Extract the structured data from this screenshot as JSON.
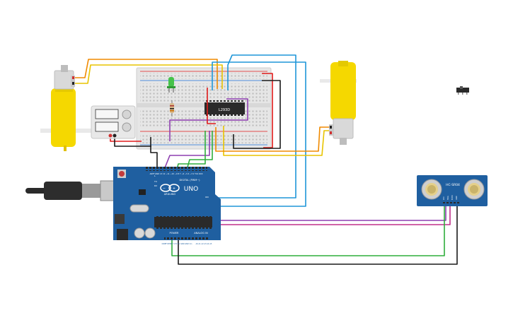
{
  "components": {
    "arduino": {
      "name": "UNO",
      "logo_text": "ARDUINO",
      "digital_header": "DIGITAL (PWM~)",
      "power_label": "POWER",
      "analog_label": "ANALOG IN",
      "ioref_pins": "IOREF RESET 3.3V 5V GND GND Vin",
      "analog_pins": "A0 A1 A2 A3 A4 A5",
      "digital_pins": "AREF GND 13 12 ~11 ~10 ~9 8 7 ~6 ~5 4 ~3 2 TX1 RX0",
      "tx_label": "TX",
      "rx_label": "RX",
      "l_label": "L",
      "on_label": "ON"
    },
    "driver_chip": {
      "label": "L293D"
    },
    "ultrasonic": {
      "label": "HC-SR04",
      "pins": [
        "VCC",
        "TRIG",
        "ECHO",
        "GND"
      ]
    }
  },
  "colors": {
    "board_blue": "#1f5fa0",
    "breadboard": "#e6e6e6",
    "motor_yellow": "#f5d800",
    "wire_orange": "#f08a00",
    "wire_yellow": "#e8c400",
    "wire_red": "#e01b1b",
    "wire_black": "#1a1a1a",
    "wire_blue": "#1e96d8",
    "wire_purple": "#8e3fb0",
    "wire_green": "#2fae3c",
    "wire_magenta": "#c0308a"
  }
}
